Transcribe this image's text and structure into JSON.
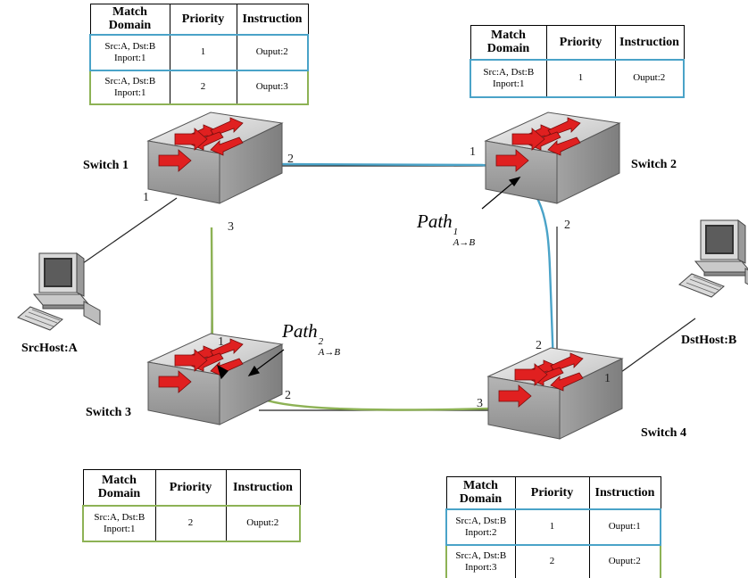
{
  "headers": {
    "match": "Match Domain",
    "priority": "Priority",
    "instruction": "Instruction"
  },
  "tables": {
    "s1": {
      "rows": [
        {
          "match": [
            "Src:A, Dst:B",
            "Inport:1"
          ],
          "priority": "1",
          "instruction": "Ouput:2",
          "color": "#4aa3c8"
        },
        {
          "match": [
            "Src:A, Dst:B",
            "Inport:1"
          ],
          "priority": "2",
          "instruction": "Ouput:3",
          "color": "#8db255"
        }
      ]
    },
    "s2": {
      "rows": [
        {
          "match": [
            "Src:A, Dst:B",
            "Inport:1"
          ],
          "priority": "1",
          "instruction": "Ouput:2",
          "color": "#4aa3c8"
        }
      ]
    },
    "s3": {
      "rows": [
        {
          "match": [
            "Src:A, Dst:B",
            "Inport:1"
          ],
          "priority": "2",
          "instruction": "Ouput:2",
          "color": "#8db255"
        }
      ]
    },
    "s4": {
      "rows": [
        {
          "match": [
            "Src:A, Dst:B",
            "Inport:2"
          ],
          "priority": "1",
          "instruction": "Ouput:1",
          "color": "#4aa3c8"
        },
        {
          "match": [
            "Src:A, Dst:B",
            "Inport:3"
          ],
          "priority": "2",
          "instruction": "Ouput:2",
          "color": "#8db255"
        }
      ]
    }
  },
  "labels": {
    "switch1": "Switch 1",
    "switch2": "Switch 2",
    "switch3": "Switch 3",
    "switch4": "Switch 4",
    "src_host": "SrcHost:A",
    "dst_host": "DstHost:B"
  },
  "ports": {
    "s1_p1": "1",
    "s1_p2": "2",
    "s1_p3": "3",
    "s2_p1": "1",
    "s2_p2": "2",
    "s3_p1": "1",
    "s3_p2": "2",
    "s4_p1": "1",
    "s4_p2": "2",
    "s4_p3": "3"
  },
  "paths": {
    "path1": {
      "base": "Path",
      "sup": "1",
      "sub": "A→B",
      "color": "#4aa3c8"
    },
    "path2": {
      "base": "Path",
      "sup": "2",
      "sub": "A→B",
      "color": "#8db255"
    }
  },
  "colors": {
    "arrow_red": "#e02020",
    "switch_body": "#b8b8b8",
    "switch_top": "#d8d8d8"
  }
}
